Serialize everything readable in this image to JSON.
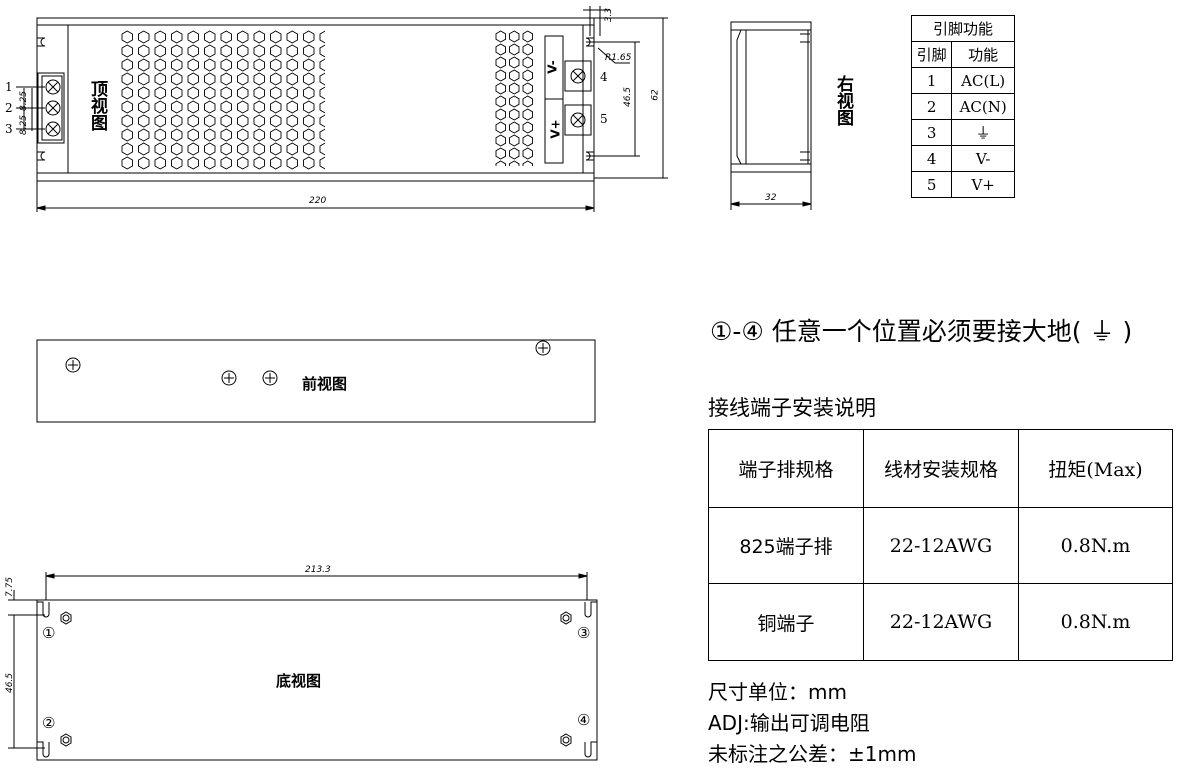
{
  "views": {
    "top": "顶视图",
    "right": "右视图",
    "front": "前视图",
    "bottom": "底视图"
  },
  "top_view": {
    "dims": {
      "length": "220",
      "height": "62",
      "pitch1": "8.25",
      "pitch2": "8.25",
      "hole_pitch": "46.5",
      "radius": "R1.65",
      "slot": "3.3"
    },
    "pin_labels_left": [
      "1",
      "2",
      "3"
    ],
    "pin_labels_right": [
      "4",
      "5"
    ],
    "vminus": "V-",
    "vplus": "V+"
  },
  "right_view": {
    "width": "32"
  },
  "bottom_view": {
    "length": "213.3",
    "offset": "7.75",
    "hole_pitch": "46.5",
    "markers": [
      "①",
      "②",
      "③",
      "④"
    ]
  },
  "pin_table": {
    "title": "引脚功能",
    "headers": [
      "引脚",
      "功能"
    ],
    "rows": [
      {
        "pin": "1",
        "func": "AC(L)"
      },
      {
        "pin": "2",
        "func": "AC(N)"
      },
      {
        "pin": "3",
        "func": "⏚"
      },
      {
        "pin": "4",
        "func": "V-"
      },
      {
        "pin": "5",
        "func": "V+"
      }
    ]
  },
  "ground_note": "①-④ 任意一个位置必须要接大地( ⏚ )",
  "install": {
    "title": "接线端子安装说明",
    "headers": [
      "端子排规格",
      "线材安装规格",
      "扭矩(Max)"
    ],
    "rows": [
      [
        "825端子排",
        "22-12AWG",
        "0.8N.m"
      ],
      [
        "铜端子",
        "22-12AWG",
        "0.8N.m"
      ]
    ]
  },
  "notes": [
    "尺寸单位：mm",
    "ADJ:输出可调电阻",
    "未标注之公差：±1mm"
  ]
}
